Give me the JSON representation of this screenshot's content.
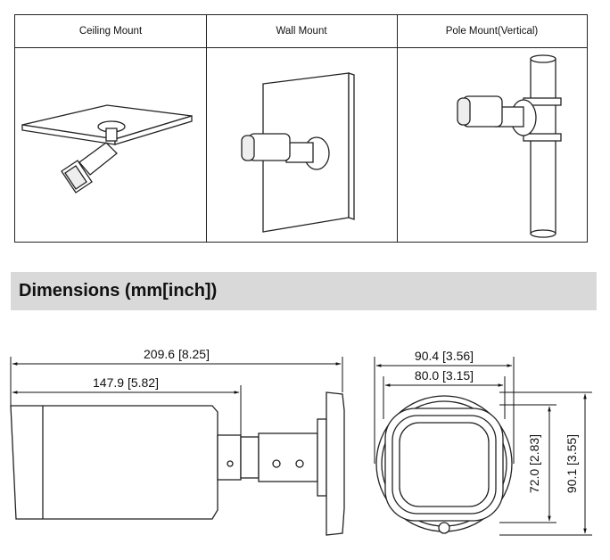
{
  "mount_table": {
    "columns": [
      {
        "label": "Ceiling Mount"
      },
      {
        "label": "Wall Mount"
      },
      {
        "label": "Pole Mount(Vertical)"
      }
    ]
  },
  "section": {
    "title": "Dimensions (mm[inch])"
  },
  "dimensions": {
    "overall_length": "209.6 [8.25]",
    "body_length": "147.9 [5.82]",
    "front_width_outer": "90.4 [3.56]",
    "front_width_inner": "80.0 [3.15]",
    "front_height_inner": "72.0 [2.83]",
    "front_height_outer": "90.1 [3.55]"
  }
}
